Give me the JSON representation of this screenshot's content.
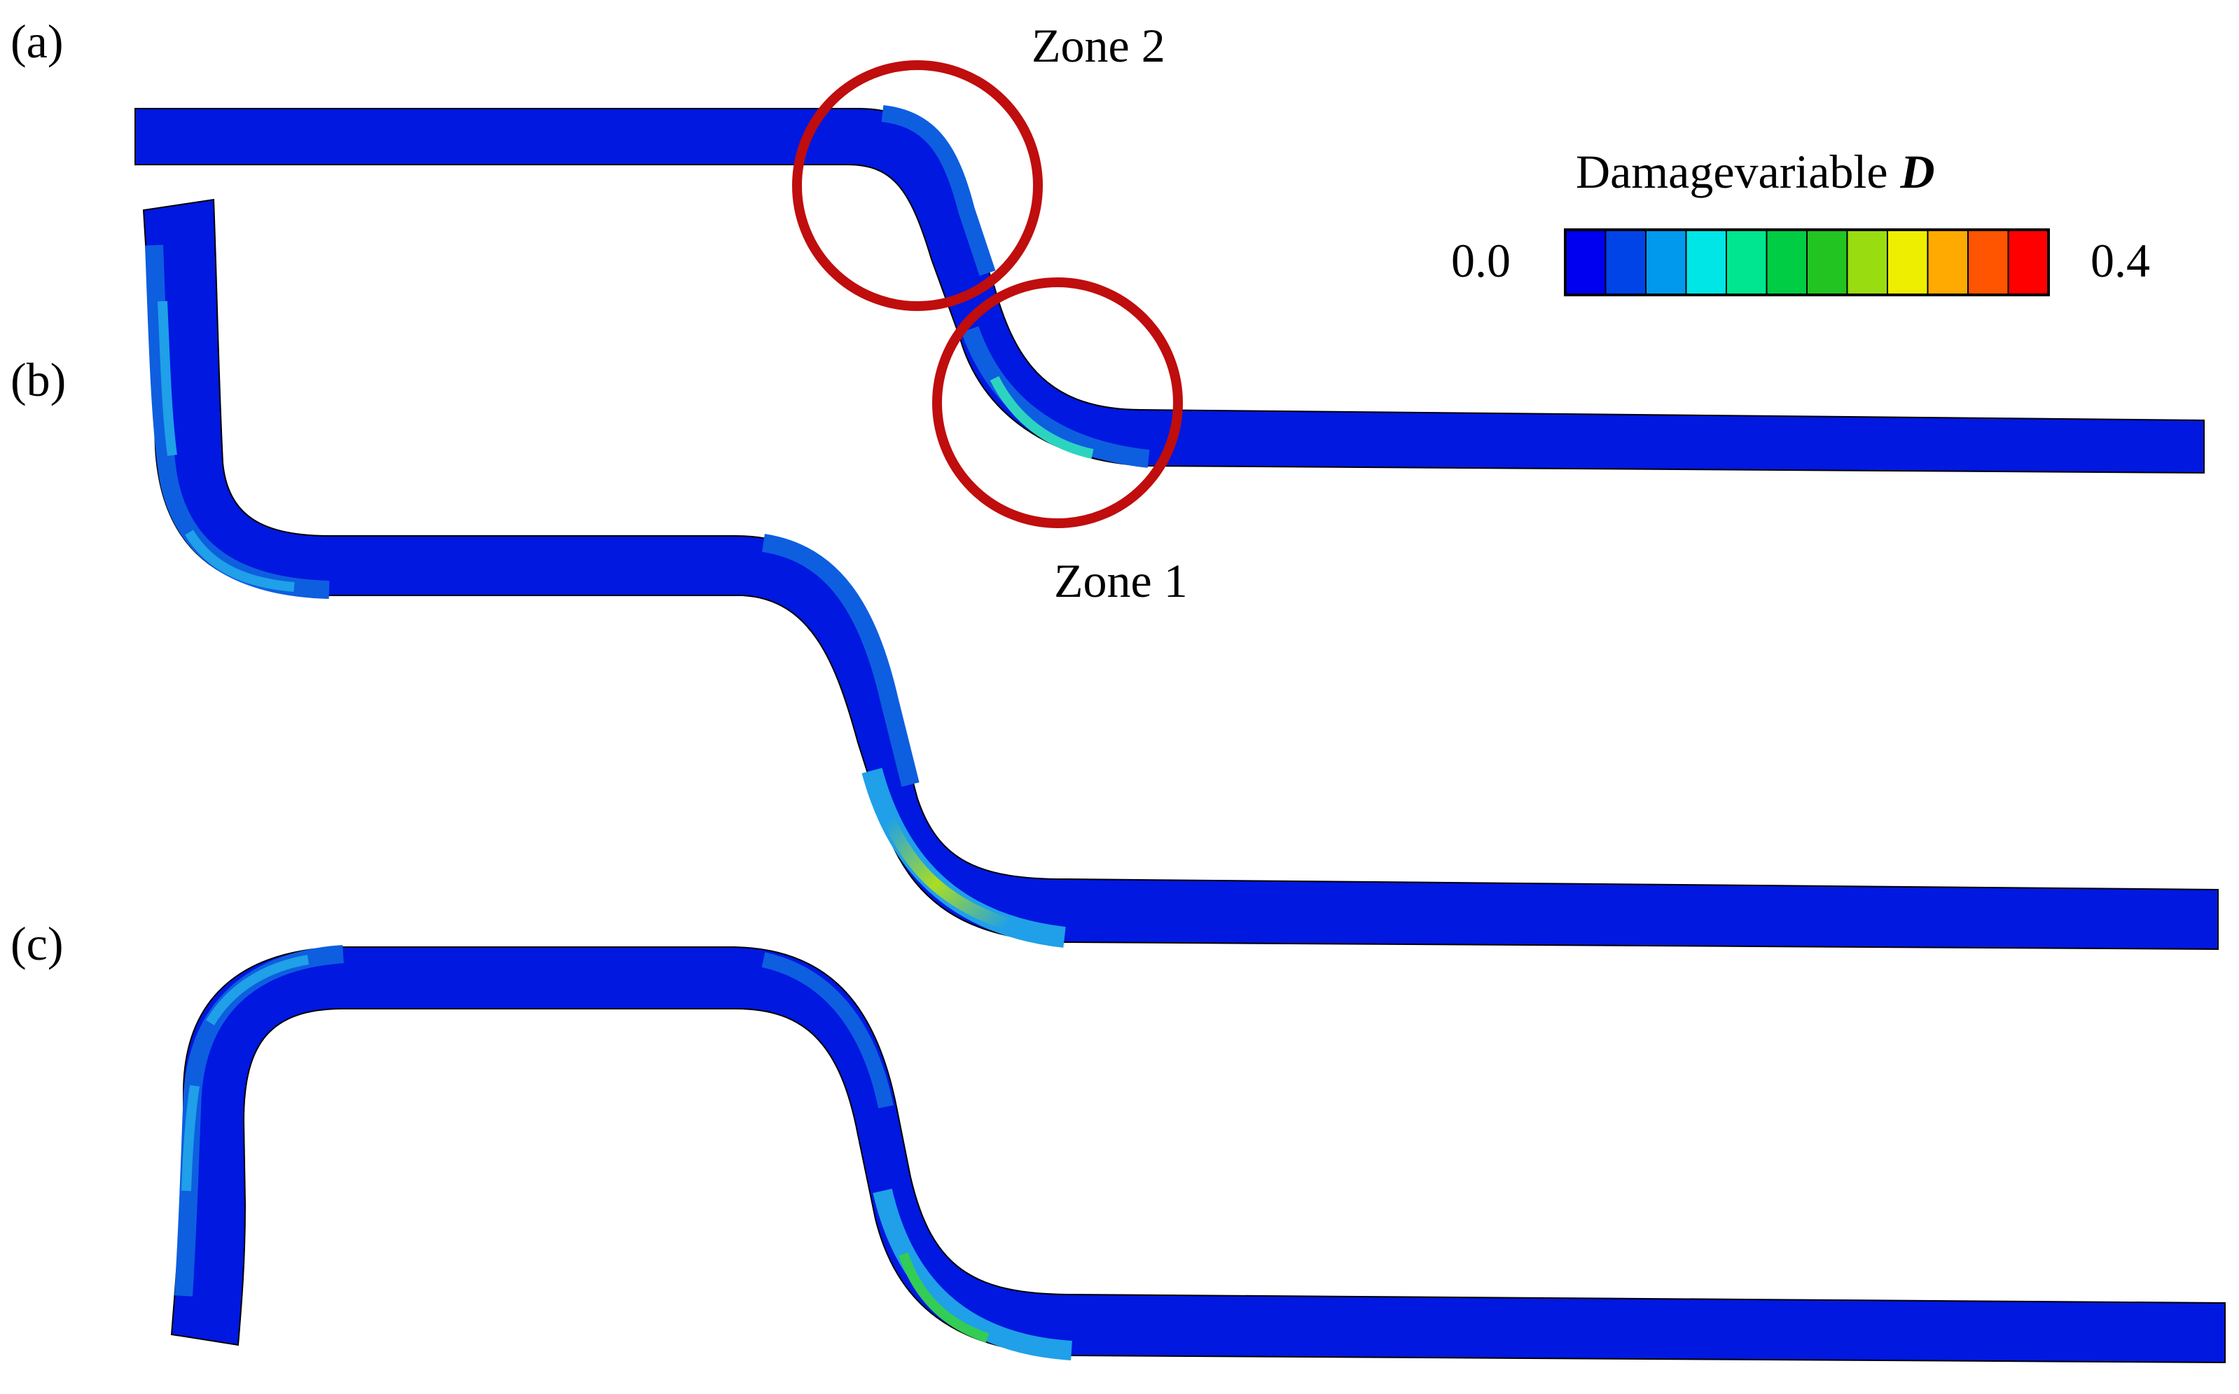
{
  "panels": [
    {
      "label": "(a)"
    },
    {
      "label": "(b)"
    },
    {
      "label": "(c)"
    }
  ],
  "zones": [
    {
      "label": "Zone 2",
      "marker_color": "#c00d0d"
    },
    {
      "label": "Zone 1",
      "marker_color": "#c00d0d"
    }
  ],
  "legend": {
    "title": "Damagevariable",
    "symbol": "D",
    "min_label": "0.0",
    "max_label": "0.4",
    "colors": [
      "#0000f0",
      "#0044e8",
      "#0099ee",
      "#00e6e6",
      "#00e690",
      "#00cc44",
      "#22c422",
      "#99dd11",
      "#eeee00",
      "#ffaa00",
      "#ff5500",
      "#ff0000"
    ]
  },
  "colors": {
    "base": "#0018e0",
    "level1": "#0e5ee0",
    "level2": "#1fa0e8",
    "level3": "#2cd4c0",
    "level4": "#33cc55",
    "level5": "#aadd22"
  }
}
